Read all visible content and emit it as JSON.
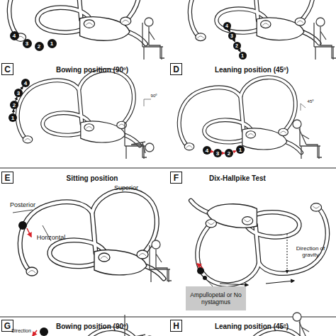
{
  "diagram": {
    "nodes": [
      {
        "text": [
          "4"
        ]
      },
      {
        "text": [
          "3"
        ]
      },
      {
        "text": [
          "2"
        ]
      },
      {
        "text": [
          "1"
        ]
      },
      {
        "text": [
          "4"
        ]
      },
      {
        "text": [
          "3"
        ]
      },
      {
        "text": [
          "2"
        ]
      },
      {
        "text": [
          "1"
        ]
      },
      {
        "text": [
          "C"
        ]
      },
      {
        "text": [
          "4"
        ]
      },
      {
        "text": [
          "3"
        ]
      },
      {
        "text": [
          "2"
        ]
      },
      {
        "text": [
          "1"
        ]
      },
      {
        "text": [
          "D"
        ]
      },
      {
        "text": [
          "4"
        ]
      },
      {
        "text": [
          "3"
        ]
      },
      {
        "text": [
          "2"
        ]
      },
      {
        "text": [
          "1"
        ]
      },
      {
        "text": [
          "E"
        ]
      },
      {
        "text": [
          "F"
        ]
      },
      {
        "text": [
          "Ampullopetal or No nystagmus"
        ]
      },
      {
        "text": [
          "G"
        ]
      },
      {
        "text": [
          "H"
        ]
      }
    ],
    "edges": [
      {
        "from": 4,
        "to": 5,
        "arrow": "to"
      },
      {
        "from": 5,
        "to": 6,
        "arrow": "to"
      },
      {
        "from": 6,
        "to": 7,
        "arrow": "to"
      },
      {
        "from": 12,
        "to": 11,
        "arrow": "to"
      },
      {
        "from": 11,
        "to": 10,
        "arrow": "to"
      },
      {
        "from": 10,
        "to": 9,
        "arrow": "to"
      },
      {
        "from": 14,
        "to": 15,
        "arrow": "to"
      },
      {
        "from": 15,
        "to": 16,
        "arrow": "to"
      },
      {
        "from": 16,
        "to": 17,
        "arrow": "to"
      }
    ],
    "labels": [
      "Bowing position (90º)",
      "90º",
      "Leaning position (45º)",
      "45º",
      "Sitting position",
      "Superior",
      "Posterior",
      "Horizontal",
      "Dix-Hallpike Test",
      "Direction of gravity",
      "Bowing position (90º)",
      "Direction",
      "Leaning position (45º)"
    ]
  }
}
